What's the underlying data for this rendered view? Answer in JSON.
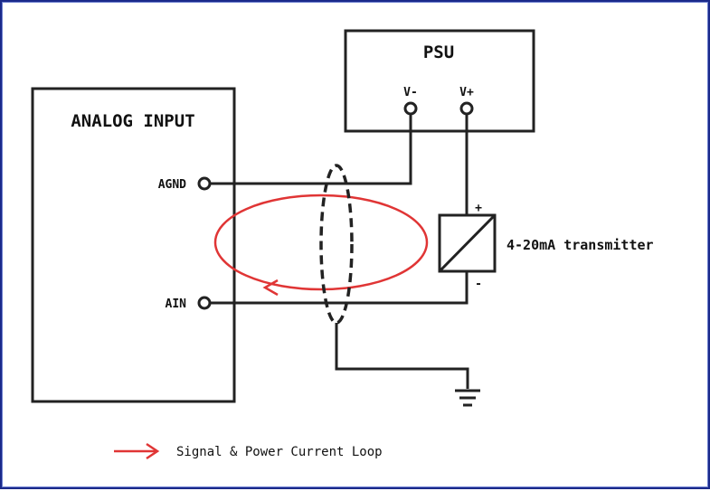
{
  "diagram": {
    "analog_input_label": "ANALOG INPUT",
    "psu_label": "PSU",
    "psu_vminus_label": "V-",
    "psu_vplus_label": "V+",
    "agnd_label": "AGND",
    "ain_label": "AIN",
    "transmitter_label": "4-20mA transmitter",
    "transmitter_plus": "+",
    "transmitter_minus": "-",
    "legend_label": "Signal & Power Current Loop"
  },
  "colors": {
    "wire": "#222222",
    "loop": "#e03535",
    "frame": "#1b2a8a"
  }
}
